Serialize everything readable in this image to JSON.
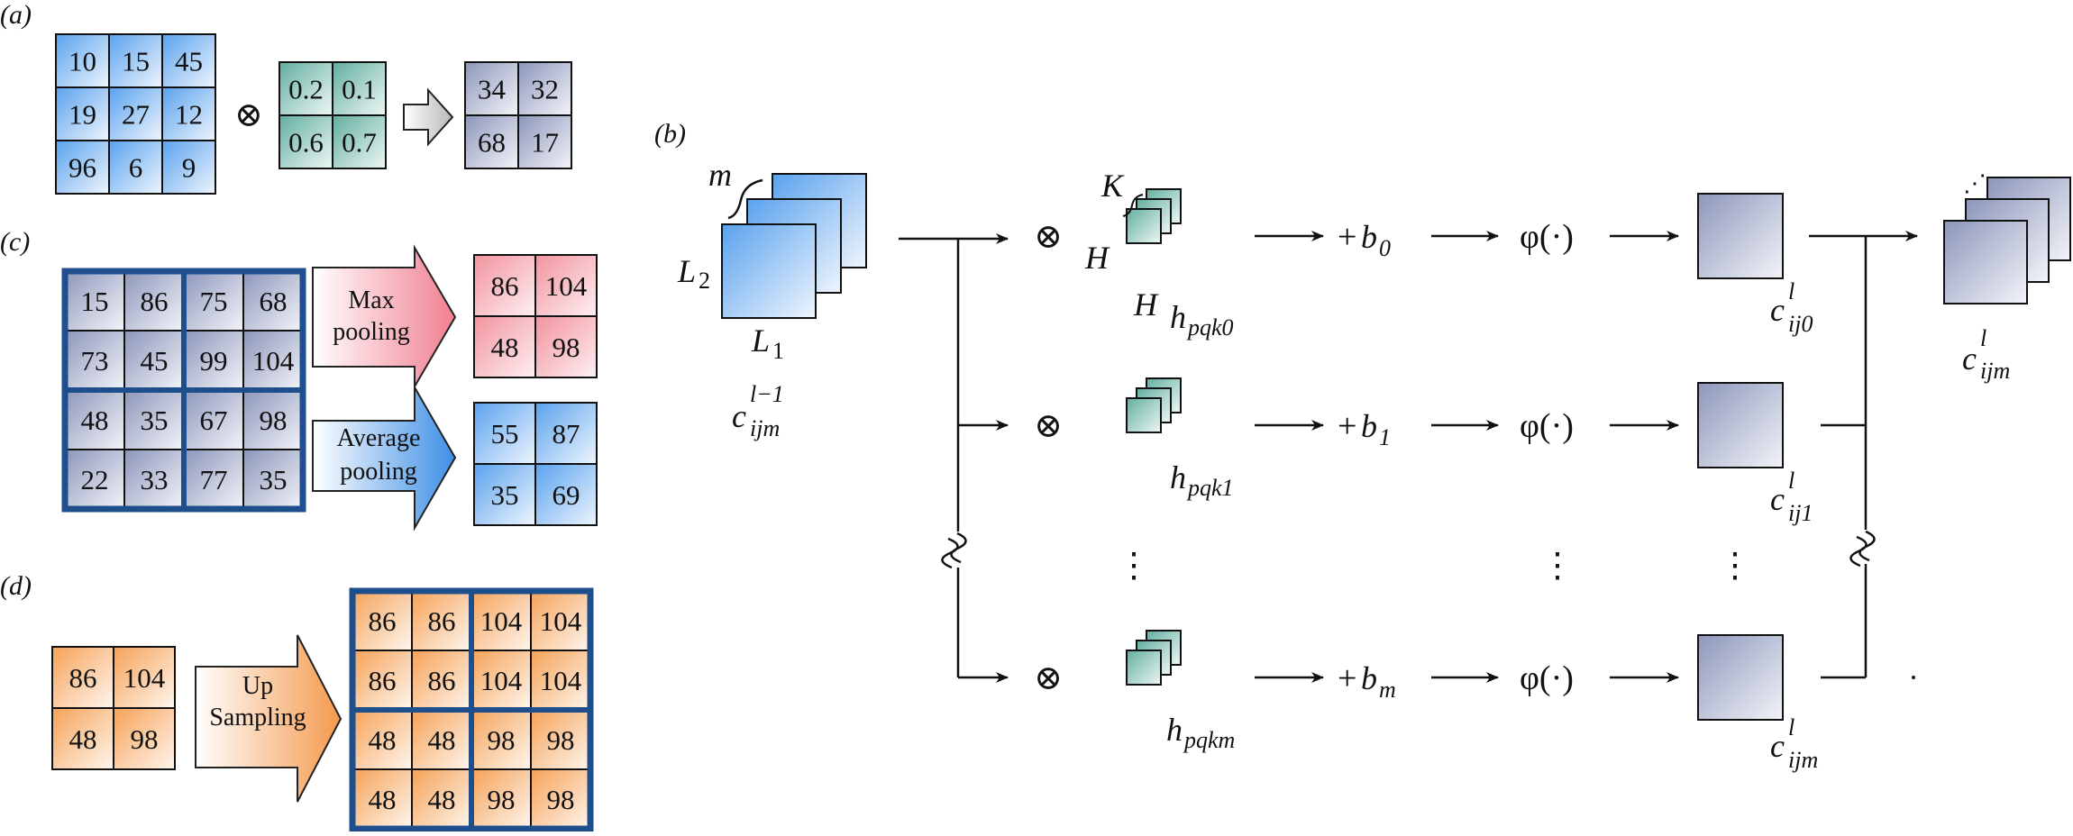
{
  "colors": {
    "blue": "#64a8ef",
    "blue_light": "#e4f0fc",
    "teal": "#6cb4a8",
    "slate": "#9aa4c4",
    "pink": "#f29aa4",
    "orange": "#f6a860",
    "navy": "#1f4e8c",
    "stroke": "#111111"
  },
  "icons": {
    "conv": "circled-times",
    "arrow": "block-arrow-right"
  },
  "panel_a": {
    "label": "(a)",
    "input": [
      [
        "10",
        "15",
        "45"
      ],
      [
        "19",
        "27",
        "12"
      ],
      [
        "96",
        "6",
        "9"
      ]
    ],
    "operator": "⊗",
    "kernel": [
      [
        "0.2",
        "0.1"
      ],
      [
        "0.6",
        "0.7"
      ]
    ],
    "output": [
      [
        "34",
        "32"
      ],
      [
        "68",
        "17"
      ]
    ]
  },
  "panel_c": {
    "label": "(c)",
    "input": [
      [
        "15",
        "86",
        "75",
        "68"
      ],
      [
        "73",
        "45",
        "99",
        "104"
      ],
      [
        "48",
        "35",
        "67",
        "98"
      ],
      [
        "22",
        "33",
        "77",
        "35"
      ]
    ],
    "max_label_1": "Max",
    "max_label_2": "pooling",
    "max_output": [
      [
        "86",
        "104"
      ],
      [
        "48",
        "98"
      ]
    ],
    "avg_label_1": "Average",
    "avg_label_2": "pooling",
    "avg_output": [
      [
        "55",
        "87"
      ],
      [
        "35",
        "69"
      ]
    ]
  },
  "panel_d": {
    "label": "(d)",
    "input": [
      [
        "86",
        "104"
      ],
      [
        "48",
        "98"
      ]
    ],
    "up_label_1": "Up",
    "up_label_2": "Sampling",
    "output": [
      [
        "86",
        "86",
        "104",
        "104"
      ],
      [
        "86",
        "86",
        "104",
        "104"
      ],
      [
        "48",
        "48",
        "98",
        "98"
      ],
      [
        "48",
        "48",
        "98",
        "98"
      ]
    ]
  },
  "panel_b": {
    "label": "(b)",
    "input_m": "m",
    "input_L2": "L",
    "input_L2_sub": "2",
    "input_L1": "L",
    "input_L1_sub": "1",
    "input_name": "c",
    "input_name_sup": "l−1",
    "input_name_sub": "ijm",
    "operator": "⊗",
    "kernel_K": "K",
    "kernel_H_side": "H",
    "kernel_H_bottom": "H",
    "kernel_h": "h",
    "rows": [
      {
        "kernel_sub": "pqk0",
        "bias_b": "b",
        "bias_sub": "0",
        "act": "φ(·)",
        "out_sup": "l",
        "out_sub": "ij0"
      },
      {
        "kernel_sub": "pqk1",
        "bias_b": "b",
        "bias_sub": "1",
        "act": "φ(·)",
        "out_sup": "l",
        "out_sub": "ij1"
      },
      {
        "kernel_sub": "pqkm",
        "bias_b": "b",
        "bias_sub": "m",
        "act": "φ(·)",
        "out_sup": "l",
        "out_sub": "ijm"
      }
    ],
    "plus": "+",
    "vdots": "⋮",
    "output_name": "c",
    "output_sup": "l",
    "output_sub": "ijm"
  }
}
